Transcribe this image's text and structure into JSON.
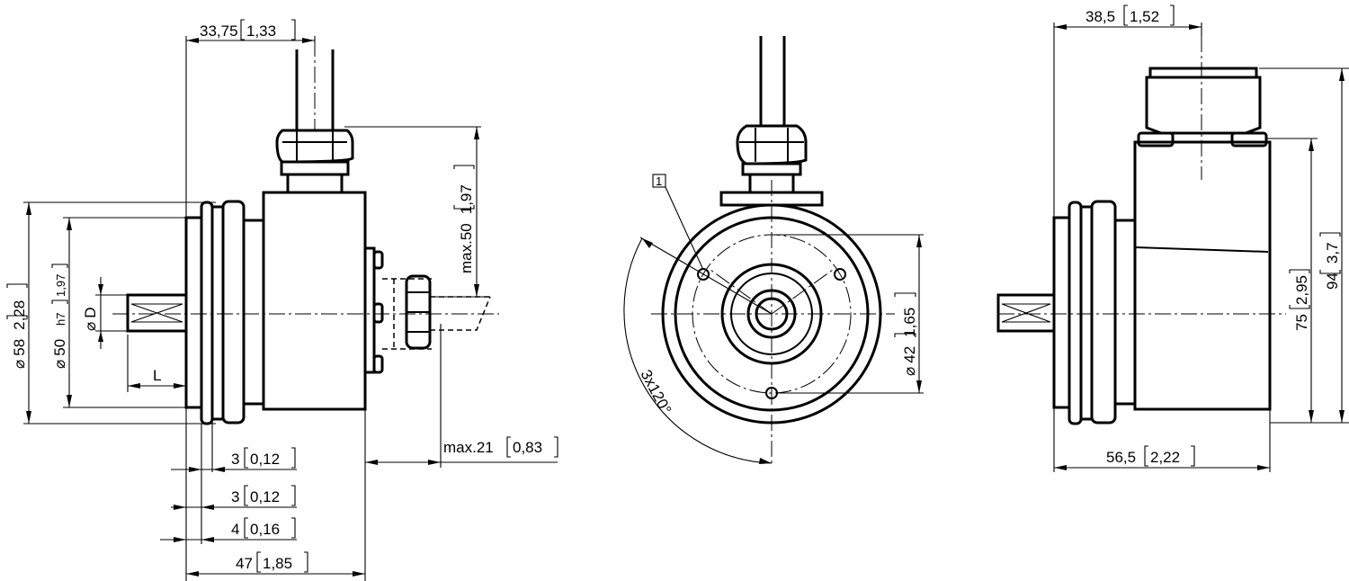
{
  "side_view": {
    "top_width": "33,75",
    "top_width_in": "1,33",
    "flange_dia": "58",
    "flange_dia_in": "2,28",
    "spigot_dia": "50",
    "spigot_tol": "h7",
    "spigot_dia_in": "1,97",
    "shaft_dia": "D",
    "shaft_length": "L",
    "cable_height": "max.50",
    "cable_height_in": "1,97",
    "cable_reach": "max.21",
    "cable_reach_in": "0,83",
    "flange_step_1": "3",
    "flange_step_1_in": "0,12",
    "flange_step_2": "3",
    "flange_step_2_in": "0,12",
    "flange_step_3": "4",
    "flange_step_3_in": "0,16",
    "overall_length": "47",
    "overall_length_in": "1,85"
  },
  "front_view": {
    "callout": "1",
    "hole_pattern": "3x120°",
    "pitch_dia": "42",
    "pitch_dia_in": "1,65"
  },
  "right_view": {
    "connector_offset": "38,5",
    "connector_offset_in": "1,52",
    "total_height": "94",
    "total_height_in": "3,7",
    "body_height": "75",
    "body_height_in": "2,95",
    "body_length": "56,5",
    "body_length_in": "2,22"
  },
  "symbols": {
    "diameter": "⌀"
  }
}
